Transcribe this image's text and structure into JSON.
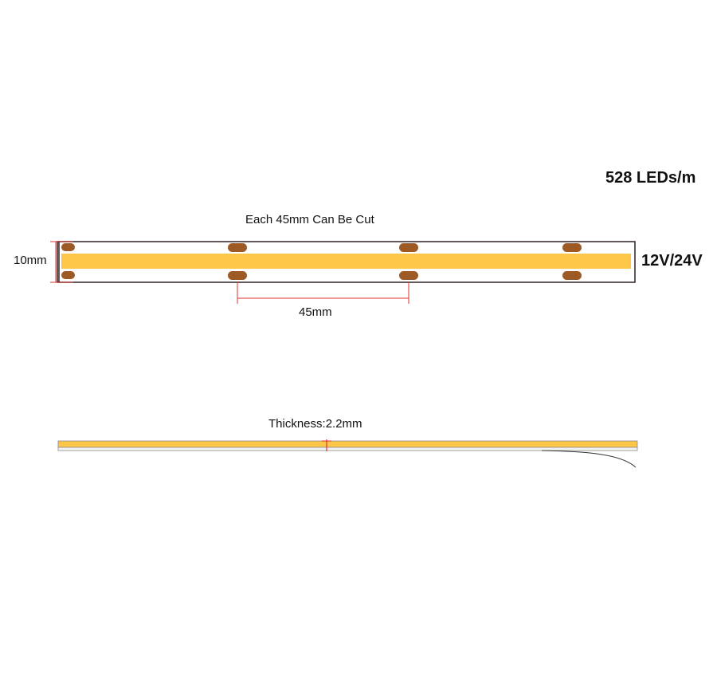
{
  "labels": {
    "density": "528 LEDs/m",
    "cut_note": "Each 45mm Can Be Cut",
    "width": "10mm",
    "voltage": "12V/24V",
    "cut_pitch": "45mm",
    "thickness": "Thickness:2.2mm"
  },
  "colors": {
    "led_strip": "#fdc649",
    "strip_outline": "#3a3030",
    "copper_pad": "#9d5a25",
    "dimension_line": "#e03030",
    "background": "#ffffff"
  }
}
